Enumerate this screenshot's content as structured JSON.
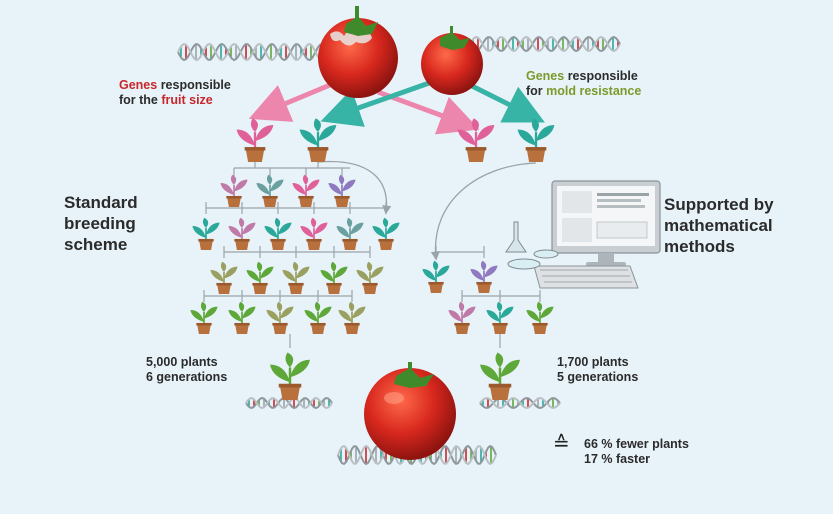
{
  "left_genes": {
    "word1": "Genes",
    "rest1": " responsible",
    "word2pre": "for the ",
    "word2": "fruit size"
  },
  "right_genes": {
    "word1": "Genes",
    "rest1": " responsible",
    "word2pre": "for ",
    "word2": "mold resistance"
  },
  "standard": {
    "lines": [
      "Standard",
      "breeding",
      "scheme"
    ],
    "plants": "5,000 plants",
    "generations": "6 generations"
  },
  "supported": {
    "lines": [
      "Supported by",
      "mathematical",
      "methods"
    ],
    "plants": "1,700 plants",
    "generations": "5 generations"
  },
  "result": {
    "symbol": "≙",
    "line1": "66 % fewer plants",
    "line2": "17 % faster"
  },
  "colors": {
    "tomato_red": "#d8281e",
    "pink_plant": "#e0609a",
    "teal_plant": "#2aa89a",
    "green_plant": "#5ea83a",
    "pot": "#b8703c",
    "arrow_pink": "#ec86ad",
    "arrow_teal": "#38b4a6",
    "label_red": "#c8262b",
    "label_green": "#7a9a2b"
  }
}
